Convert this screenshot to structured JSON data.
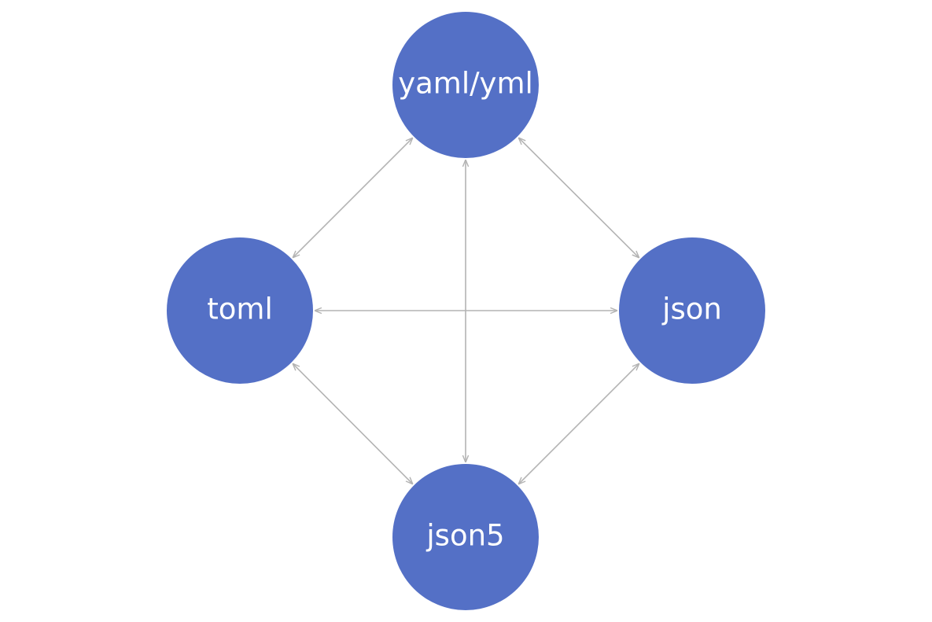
{
  "diagram": {
    "nodes": [
      {
        "id": "yaml",
        "label": "yaml/yml"
      },
      {
        "id": "toml",
        "label": "toml"
      },
      {
        "id": "json",
        "label": "json"
      },
      {
        "id": "json5",
        "label": "json5"
      }
    ],
    "edges": [
      {
        "from": "yaml",
        "to": "toml",
        "direction": "both"
      },
      {
        "from": "yaml",
        "to": "json",
        "direction": "both"
      },
      {
        "from": "yaml",
        "to": "json5",
        "direction": "both"
      },
      {
        "from": "toml",
        "to": "json",
        "direction": "both"
      },
      {
        "from": "toml",
        "to": "json5",
        "direction": "both"
      },
      {
        "from": "json",
        "to": "json5",
        "direction": "both"
      }
    ],
    "colors": {
      "node_fill": "#5470C6",
      "node_text": "#ffffff",
      "edge": "#b3b3b3"
    }
  }
}
